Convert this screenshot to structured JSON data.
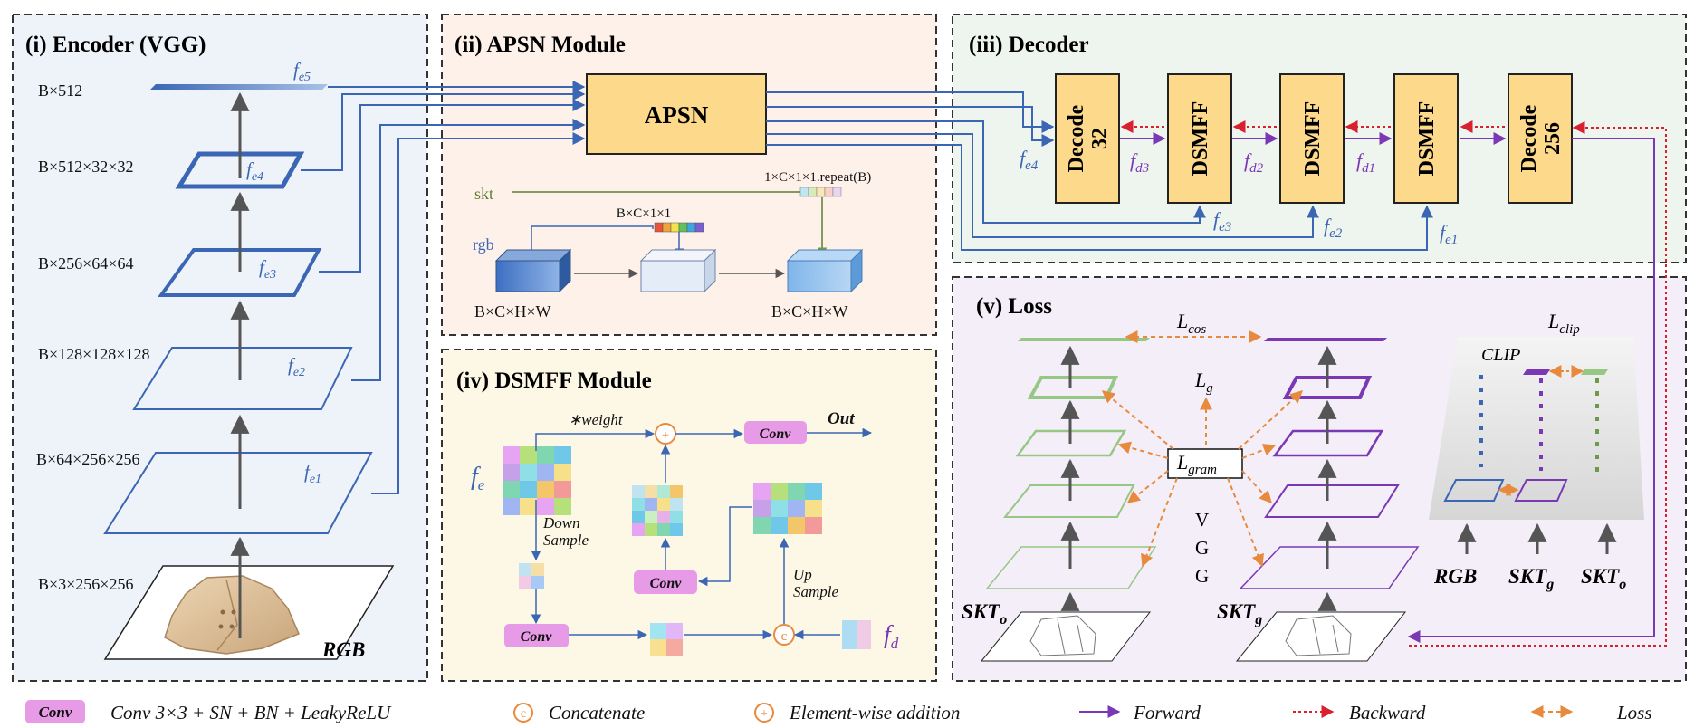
{
  "panels": {
    "encoder": "(i) Encoder (VGG)",
    "apsn": "(ii) APSN Module",
    "decoder": "(iii) Decoder",
    "dsmff": "(iv) DSMFF Module",
    "loss": "(v) Loss"
  },
  "encoder": {
    "shapes": [
      "B×512",
      "B×512×32×32",
      "B×256×64×64",
      "B×128×128×128",
      "B×64×256×256",
      "B×3×256×256"
    ],
    "features": [
      "f",
      "e5",
      "e4",
      "e3",
      "e2",
      "e1"
    ],
    "input_label": "RGB"
  },
  "apsn": {
    "block": "APSN",
    "skt": "skt",
    "rgb": "rgb",
    "vec_shape": "B×C×1×1",
    "repeat": "1×C×1×1.repeat(B)",
    "in_shape": "B×C×H×W",
    "out_shape": "B×C×H×W",
    "vec_colors": [
      "#e8553a",
      "#f2a23a",
      "#f4e24a",
      "#5ec35a",
      "#3fa7e0",
      "#7a5fd0"
    ],
    "repeat_colors": [
      "#bfe6f3",
      "#d9ecb8",
      "#fbe7b4",
      "#f7d2c8",
      "#e7d6f0"
    ]
  },
  "decoder": {
    "blocks": [
      "Decode\n32",
      "DSMFF",
      "DSMFF",
      "DSMFF",
      "Decode\n256"
    ],
    "lines": [
      [
        "Decode",
        "32"
      ],
      [
        "DSMFF"
      ],
      [
        "DSMFF"
      ],
      [
        "DSMFF"
      ],
      [
        "Decode",
        "256"
      ]
    ],
    "fd_subs": [
      "d3",
      "d2",
      "d1"
    ],
    "fe_subs": [
      "e4",
      "e3",
      "e2",
      "e1"
    ]
  },
  "dsmff": {
    "weight": "∗weight",
    "conv": "Conv",
    "out": "Out",
    "down": [
      "Down",
      "Sample"
    ],
    "up": [
      "Up",
      "Sample"
    ],
    "fe_sub": "e",
    "fd_sub": "d"
  },
  "loss": {
    "l": "L",
    "cos": "cos",
    "clip_sub": "clip",
    "clip": "CLIP",
    "g": "g",
    "gram": "gram",
    "vgg": [
      "V",
      "G",
      "G"
    ],
    "skt": "SKT",
    "o": "o",
    "inputs": [
      "RGB",
      "SKT",
      "SKT"
    ]
  },
  "legend": {
    "conv_badge": "Conv",
    "conv_desc": "Conv 3×3 + SN + BN + LeakyReLU",
    "concat": "Concatenate",
    "add": "Element-wise addition",
    "forward": "Forward",
    "backward": "Backward",
    "loss": "Loss"
  },
  "colors": {
    "encoder_bg": "#eef3fa",
    "apsn_bg": "#fdf1ea",
    "decoder_bg": "#eef4ee",
    "dsmff_bg": "#fdf8e6",
    "loss_bg": "#f3eef8",
    "block_fill": "#fcd98b",
    "blue": "#3a66b3",
    "purple": "#7b38b5",
    "red": "#d8202f",
    "orange": "#e88a3d",
    "green": "#97c784",
    "conv_fill": "#e79be6"
  }
}
